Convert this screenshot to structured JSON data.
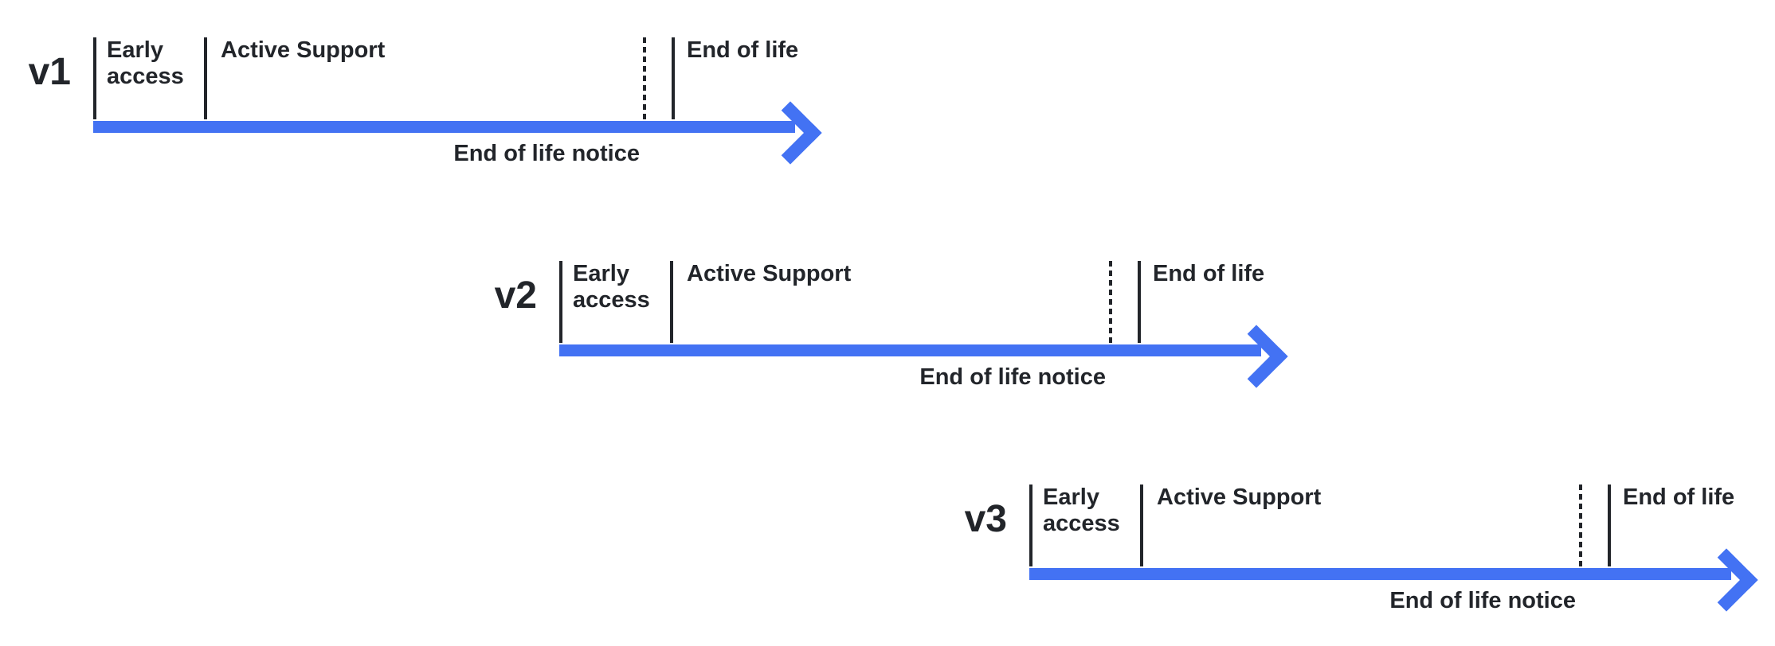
{
  "diagram": {
    "type": "version-lifecycle-timelines",
    "colors": {
      "accent": "#4372f3",
      "ink": "#22252a"
    },
    "rows": [
      {
        "version": "v1",
        "labels": {
          "early_access": "Early access",
          "active_support": "Active Support",
          "end_of_life": "End of life",
          "end_of_life_notice": "End of life notice"
        }
      },
      {
        "version": "v2",
        "labels": {
          "early_access": "Early access",
          "active_support": "Active Support",
          "end_of_life": "End of life",
          "end_of_life_notice": "End of life notice"
        }
      },
      {
        "version": "v3",
        "labels": {
          "early_access": "Early access",
          "active_support": "Active Support",
          "end_of_life": "End of life",
          "end_of_life_notice": "End of life notice"
        }
      }
    ]
  }
}
